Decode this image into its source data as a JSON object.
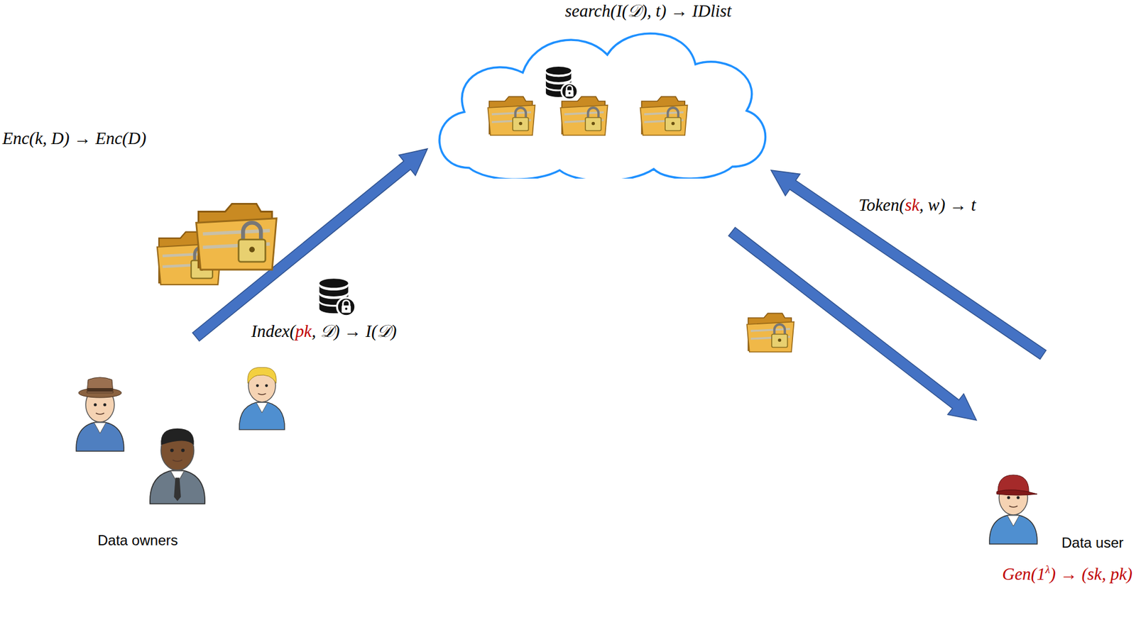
{
  "diagram": {
    "nodes": [
      {
        "text": [
          "Data owners"
        ]
      },
      {
        "text": [
          "search(I(𝒟), t) → IDlist"
        ]
      },
      {
        "text": [
          "Data user",
          "Gen(1λ) → (sk, pk)"
        ]
      }
    ],
    "edges": [
      {
        "from": 0,
        "to": 1,
        "arrow": "to"
      },
      {
        "from": 1,
        "to": 2,
        "arrow": "to"
      },
      {
        "from": 2,
        "to": 1,
        "arrow": "to",
        "label": "Token(sk, w) → t"
      }
    ],
    "labels": [
      "Enc(k, D) → Enc(D)",
      "Index(pk, 𝒟) → I(𝒟)"
    ]
  }
}
